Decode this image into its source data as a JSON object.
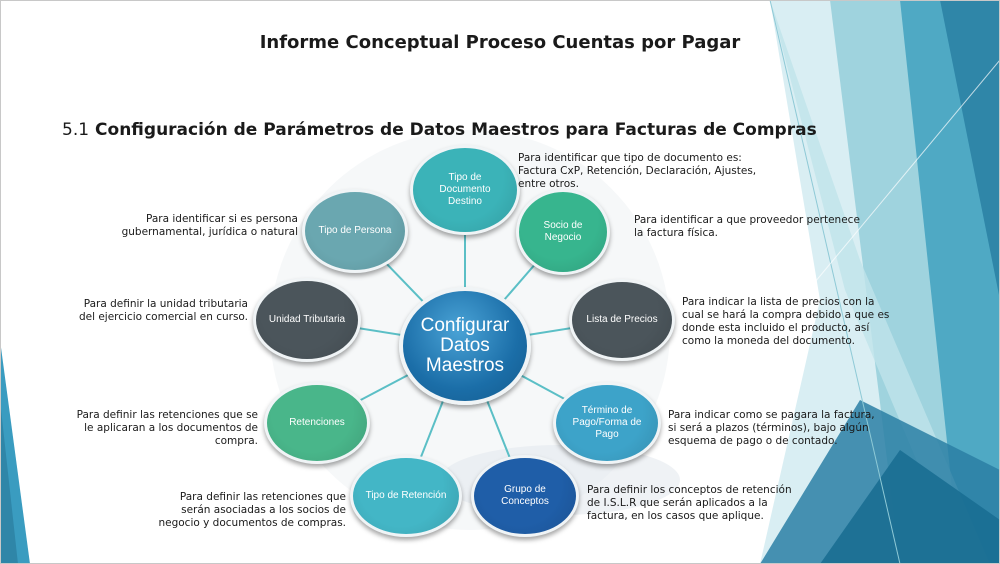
{
  "title": "Informe Conceptual Proceso Cuentas por Pagar",
  "subtitle_num": "5.1",
  "subtitle": "Configuración de Parámetros de Datos Maestros para Facturas de Compras",
  "center": "Configurar Datos Maestros",
  "nodes": [
    {
      "label": "Tipo de Documento Destino",
      "desc": "Para identificar que tipo de documento es: Factura CxP, Retención, Declaración, Ajustes, entre otros.",
      "color": "#3bb3b8"
    },
    {
      "label": "Socio de Negocio",
      "desc": "Para identificar a que proveedor pertenece la factura física.",
      "color": "#37b58e"
    },
    {
      "label": "Lista de Precios",
      "desc": "Para indicar la lista de precios con la cual se hará la compra debido a que es donde esta incluido el producto, así como la moneda del documento.",
      "color": "#4b555b"
    },
    {
      "label": "Término de Pago/Forma de Pago",
      "desc": "Para indicar como se pagara la factura, si será a plazos (términos), bajo algún esquema de pago o de contado.",
      "color": "#3da3c9"
    },
    {
      "label": "Grupo de Conceptos",
      "desc": "Para definir los conceptos de retención de I.S.L.R que serán aplicados a la factura, en los casos que aplique.",
      "color": "#1f5ea8"
    },
    {
      "label": "Tipo de Retención",
      "desc": "Para definir las retenciones que serán asociadas a los socios de negocio y documentos de compras.",
      "color": "#43b6c6"
    },
    {
      "label": "Retenciones",
      "desc": "Para definir las retenciones que se le aplicaran a los documentos de compra.",
      "color": "#49b68a"
    },
    {
      "label": "Unidad Tributaria",
      "desc": "Para definir la unidad tributaria del ejercicio comercial en curso.",
      "color": "#4b555b"
    },
    {
      "label": "Tipo de Persona",
      "desc": "Para identificar si es persona gubernamental, jurídica o natural",
      "color": "#6aa7b0"
    }
  ]
}
